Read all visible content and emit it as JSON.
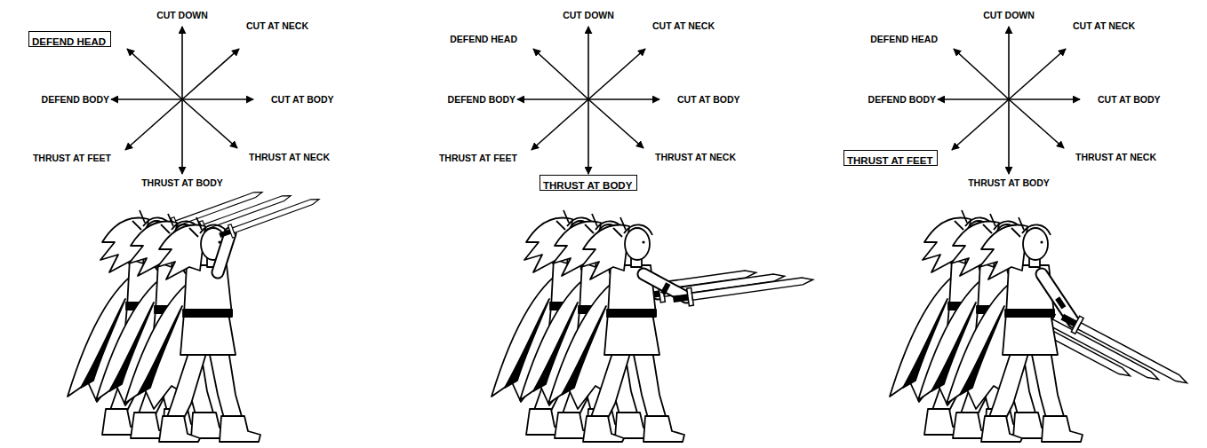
{
  "diagram": {
    "nodes": [
      {
        "text": [
          "DEFEND HEAD"
        ]
      },
      {
        "text": [
          "THRUST AT BODY"
        ]
      },
      {
        "text": [
          "THRUST AT FEET"
        ]
      }
    ],
    "labels": [
      "CUT DOWN",
      "CUT AT NECK",
      "DEFEND BODY",
      "CUT AT BODY",
      "THRUST AT FEET",
      "THRUST AT NECK",
      "THRUST AT BODY",
      "CUT DOWN",
      "DEFEND HEAD",
      "CUT AT NECK",
      "DEFEND BODY",
      "CUT AT BODY",
      "THRUST AT FEET",
      "THRUST AT NECK",
      "CUT DOWN",
      "DEFEND HEAD",
      "CUT AT NECK",
      "DEFEND BODY",
      "CUT AT BODY",
      "THRUST AT NECK",
      "THRUST AT BODY"
    ]
  }
}
